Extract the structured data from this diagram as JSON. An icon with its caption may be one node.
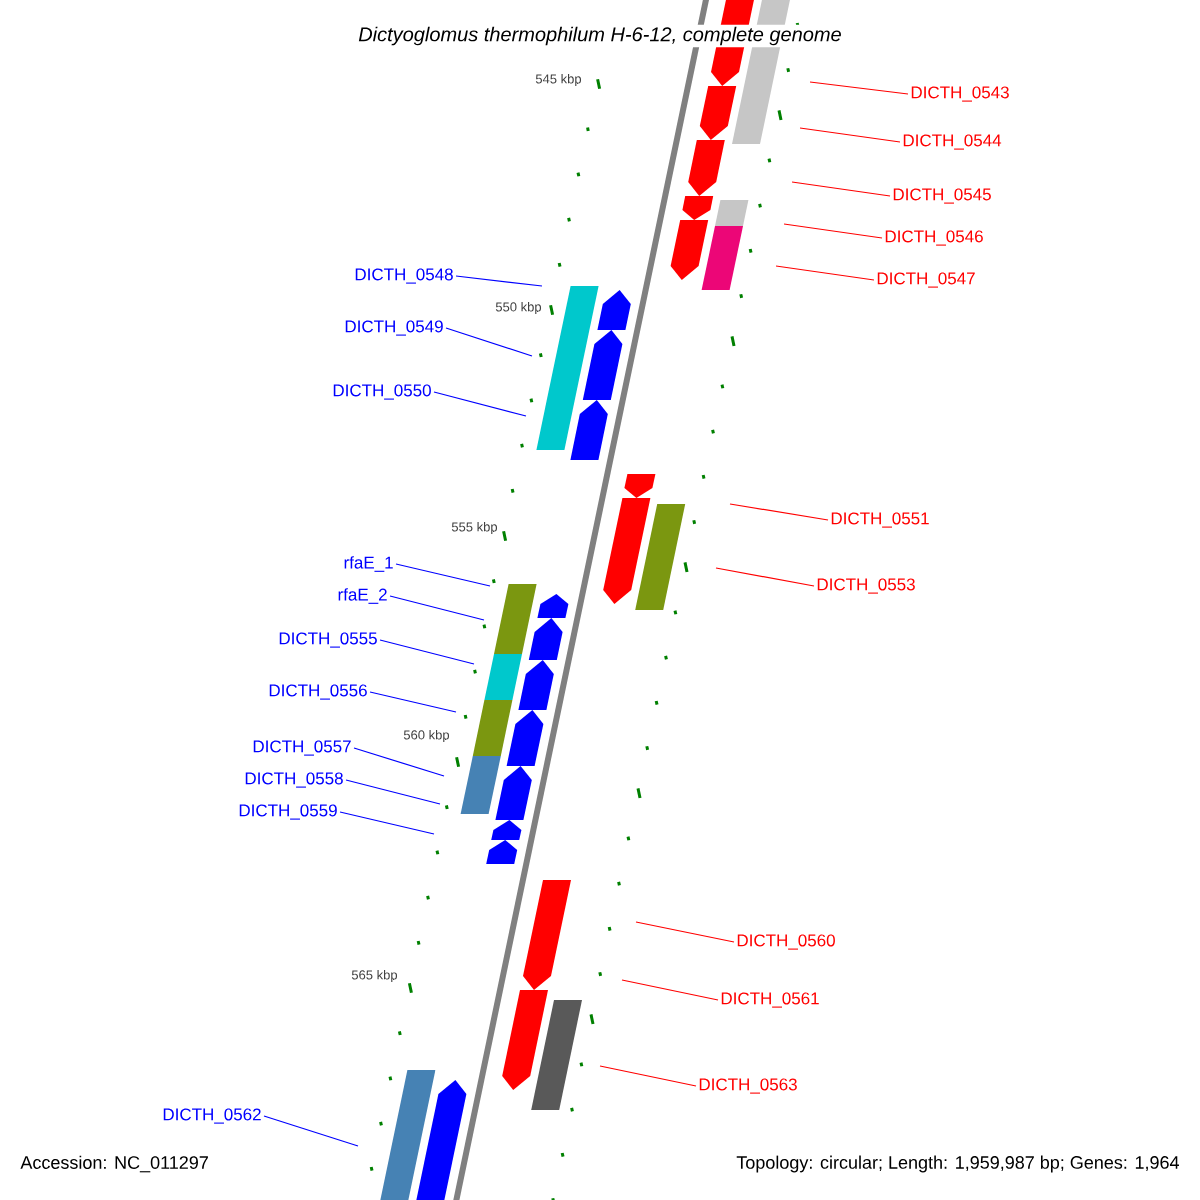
{
  "diagram": {
    "title": "Dictyoglomus thermophilum H-6-12, complete genome",
    "nodes": [
      {
        "text": [
          "DICTH_0543"
        ]
      },
      {
        "text": [
          "DICTH_0544"
        ]
      },
      {
        "text": [
          "DICTH_0545"
        ]
      },
      {
        "text": [
          "DICTH_0546"
        ]
      },
      {
        "text": [
          "DICTH_0547"
        ]
      },
      {
        "text": [
          "DICTH_0548"
        ]
      },
      {
        "text": [
          "DICTH_0549"
        ]
      },
      {
        "text": [
          "DICTH_0550"
        ]
      },
      {
        "text": [
          "DICTH_0551"
        ]
      },
      {
        "text": [
          "DICTH_0553"
        ]
      },
      {
        "text": [
          "rfaE_1"
        ]
      },
      {
        "text": [
          "rfaE_2"
        ]
      },
      {
        "text": [
          "DICTH_0555"
        ]
      },
      {
        "text": [
          "DICTH_0556"
        ]
      },
      {
        "text": [
          "DICTH_0557"
        ]
      },
      {
        "text": [
          "DICTH_0558"
        ]
      },
      {
        "text": [
          "DICTH_0559"
        ]
      },
      {
        "text": [
          "DICTH_0560"
        ]
      },
      {
        "text": [
          "DICTH_0561"
        ]
      },
      {
        "text": [
          "DICTH_0563"
        ]
      },
      {
        "text": [
          "DICTH_0562"
        ]
      }
    ],
    "edges": [
      {
        "from": 0,
        "to": null,
        "arrow": "none",
        "color": "#ff0000"
      },
      {
        "from": 1,
        "to": null,
        "arrow": "none",
        "color": "#ff0000"
      },
      {
        "from": 2,
        "to": null,
        "arrow": "none",
        "color": "#ff0000"
      },
      {
        "from": 3,
        "to": null,
        "arrow": "none",
        "color": "#ff0000"
      },
      {
        "from": 4,
        "to": null,
        "arrow": "none",
        "color": "#ff0000"
      },
      {
        "from": 5,
        "to": null,
        "arrow": "none"
      },
      {
        "from": 6,
        "to": null,
        "arrow": "none"
      },
      {
        "from": 7,
        "to": null,
        "arrow": "none"
      },
      {
        "from": 8,
        "to": null,
        "arrow": "none",
        "color": "#ff0000"
      },
      {
        "from": 9,
        "to": null,
        "arrow": "none",
        "color": "#ff0000"
      },
      {
        "from": 10,
        "to": null,
        "arrow": "none"
      },
      {
        "from": 11,
        "to": null,
        "arrow": "none"
      },
      {
        "from": 12,
        "to": null,
        "arrow": "none"
      },
      {
        "from": 13,
        "to": null,
        "arrow": "none"
      },
      {
        "from": 14,
        "to": null,
        "arrow": "none"
      },
      {
        "from": 15,
        "to": null,
        "arrow": "none"
      },
      {
        "from": 16,
        "to": null,
        "arrow": "none"
      },
      {
        "from": 17,
        "to": null,
        "arrow": "none",
        "color": "#ff0000"
      },
      {
        "from": 18,
        "to": null,
        "arrow": "none",
        "color": "#ff0000"
      },
      {
        "from": 19,
        "to": null,
        "arrow": "none",
        "color": "#ff0000"
      },
      {
        "from": 20,
        "to": null,
        "arrow": "none"
      }
    ],
    "labels": [
      "545 kbp",
      "550 kbp",
      "555 kbp",
      "560 kbp",
      "565 kbp",
      "Accession: NC_011297",
      "Topology: circular; Length: 1,959,987 bp; Genes: 1,964"
    ]
  }
}
